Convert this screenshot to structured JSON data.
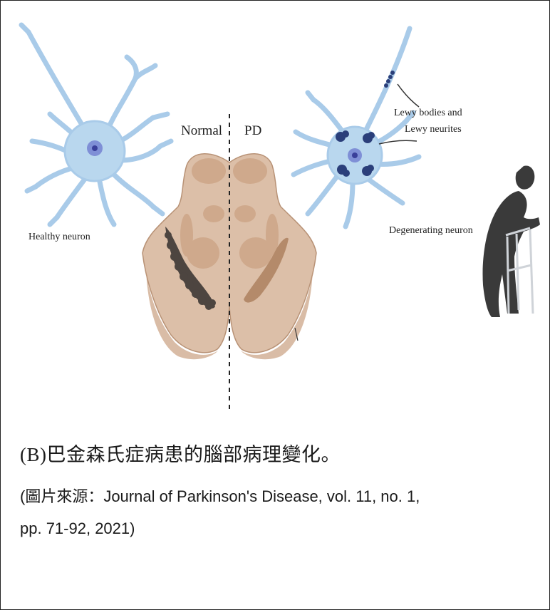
{
  "figure": {
    "label_normal": "Normal",
    "label_pd": "PD",
    "label_healthy_neuron": "Healthy neuron",
    "label_lewy_line1": "Lewy bodies and",
    "label_lewy_line2": "Lewy neurites",
    "label_degenerating_neuron": "Degenerating neuron",
    "colors": {
      "neuron_fill": "#b9d7ee",
      "neuron_stroke": "#8fb6d8",
      "nucleus": "#7f8fd6",
      "nucleolus": "#3a3f9a",
      "lewy_body": "#2b3f7a",
      "midbrain": "#dcbfa8",
      "midbrain_dark": "#c9a080",
      "substantia_nigra": "#5c5048",
      "silhouette": "#3a3a3a"
    }
  },
  "caption": "(B)巴金森氏症病患的腦部病理變化。",
  "source_line1": "(圖片來源：Journal of Parkinson's Disease, vol. 11, no. 1,",
  "source_line2": "pp. 71-92, 2021)"
}
